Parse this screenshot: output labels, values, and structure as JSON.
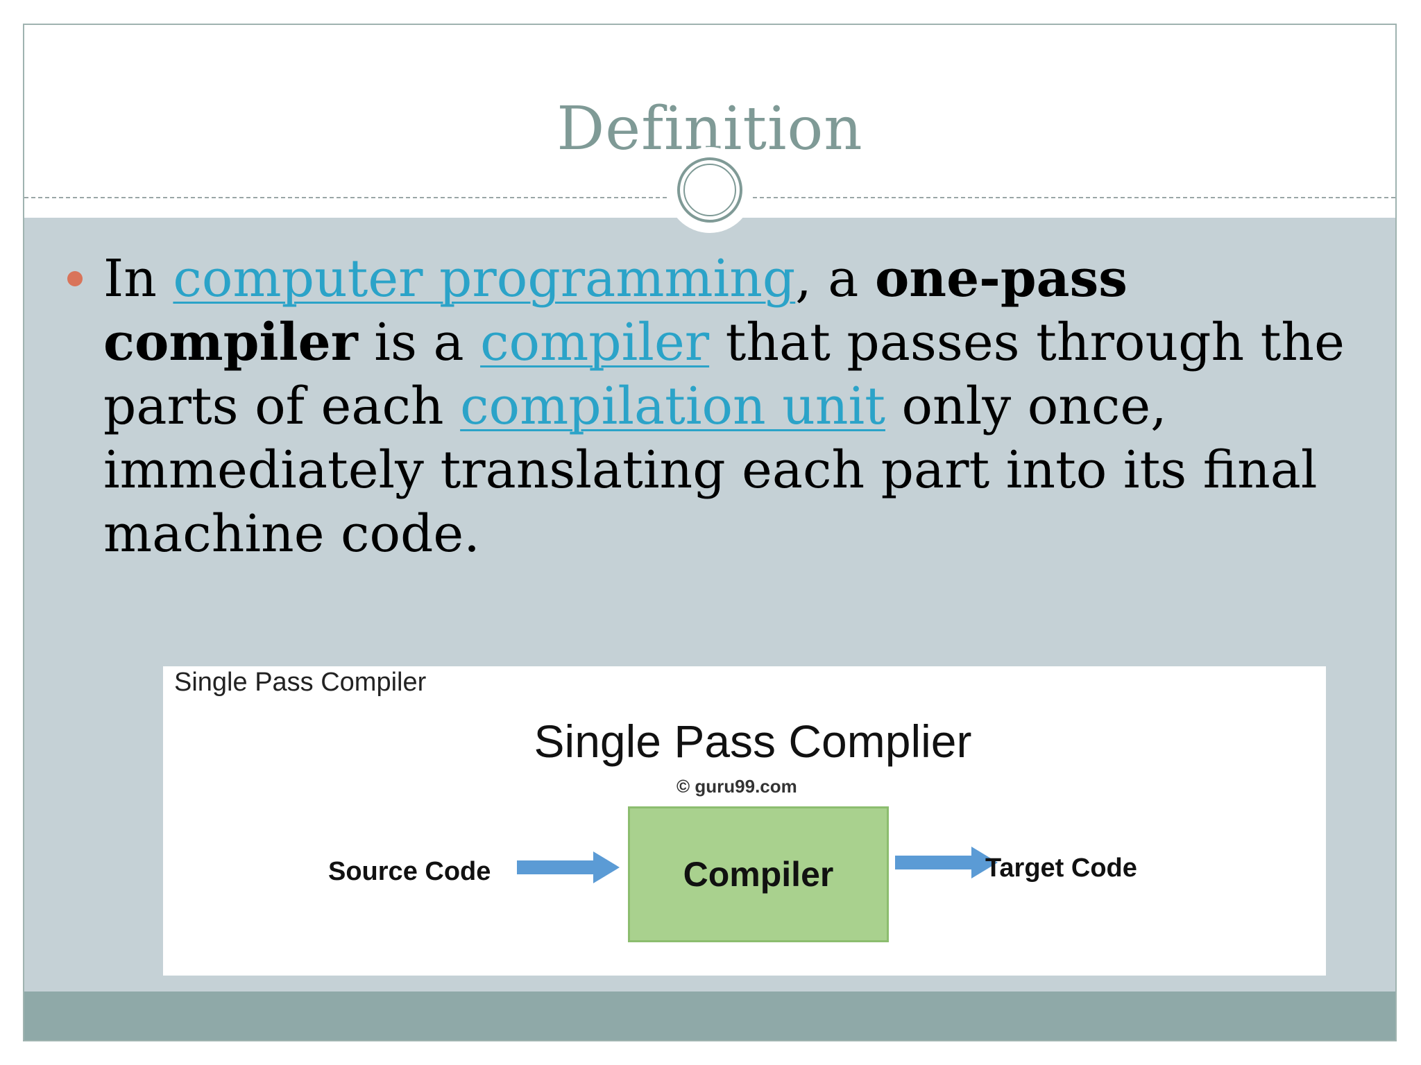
{
  "slide": {
    "title": "Definition",
    "paragraph": {
      "t1": "In ",
      "link1": "computer programming",
      "t2": ", a ",
      "bold": "one-pass compiler",
      "t3": " is a ",
      "link2": "compiler",
      "t4": " that passes through the parts of each ",
      "link3": "compilation unit",
      "t5": " only once, immediately translating each part into its final machine code."
    },
    "colors": {
      "title": "#7f9a96",
      "link": "#2ba3c8",
      "bullet": "#d9745a",
      "panel": "#c5d1d6",
      "footer": "#8fa9a8"
    }
  },
  "figure": {
    "caption": "Single Pass Compiler",
    "title": "Single Pass Complier",
    "credit": "© guru99.com",
    "source_label": "Source Code",
    "box_label": "Compiler",
    "target_label": "Target Code",
    "colors": {
      "box": "#a9d18e",
      "arrow": "#5b9bd5"
    }
  }
}
